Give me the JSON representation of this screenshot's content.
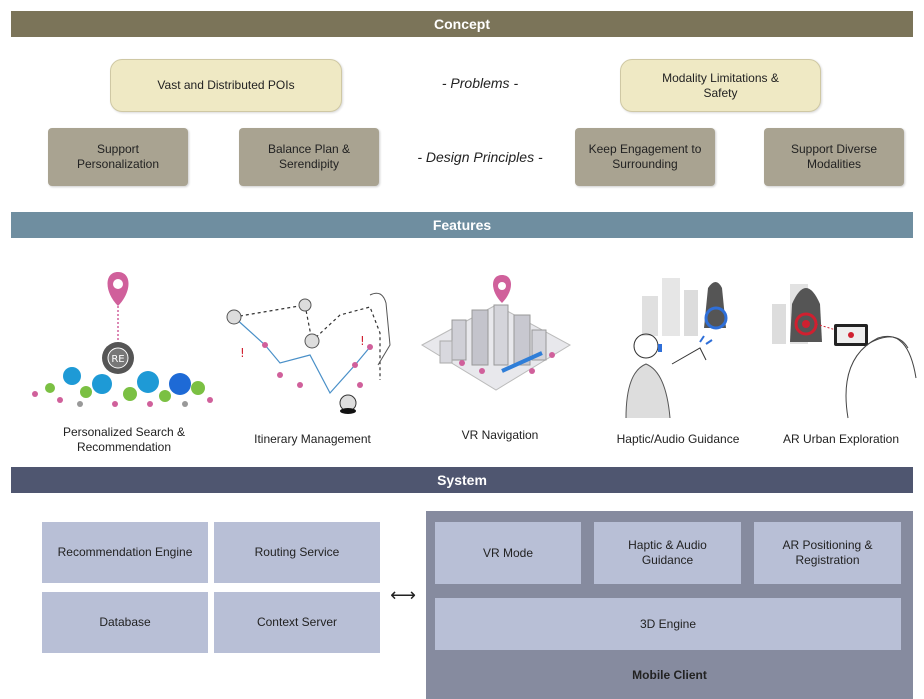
{
  "concept": {
    "title": "Concept",
    "problems_label": "- Problems -",
    "principles_label": "- Design Principles -",
    "problems": [
      "Vast and Distributed POIs",
      "Modality Limitations &\nSafety"
    ],
    "principles": [
      "Support\nPersonalization",
      "Balance Plan &\nSerendipity",
      "Keep Engagement to\nSurrounding",
      "Support Diverse\nModalities"
    ]
  },
  "features": {
    "title": "Features",
    "items": [
      {
        "label": "Personalized Search &\nRecommendation"
      },
      {
        "label": "Itinerary Management"
      },
      {
        "label": "VR Navigation"
      },
      {
        "label": "Haptic/Audio Guidance"
      },
      {
        "label": "AR Urban Exploration"
      }
    ]
  },
  "system": {
    "title": "System",
    "server": [
      "Recommendation Engine",
      "Routing Service",
      "Database",
      "Context Server"
    ],
    "client": {
      "modules": [
        "VR Mode",
        "Haptic & Audio\nGuidance",
        "AR Positioning &\nRegistration"
      ],
      "engine": "3D Engine",
      "label": "Mobile Client"
    },
    "arrow": "⟷"
  },
  "colors": {
    "concept_banner": "#7b7459",
    "features_banner": "#6f8ea0",
    "system_banner": "#4f5670",
    "pill": "#efe9c4",
    "principle": "#a9a391",
    "sys_box": "#b8bfd6",
    "mobile_bg": "#868b9f",
    "pin": "#d0609b"
  }
}
